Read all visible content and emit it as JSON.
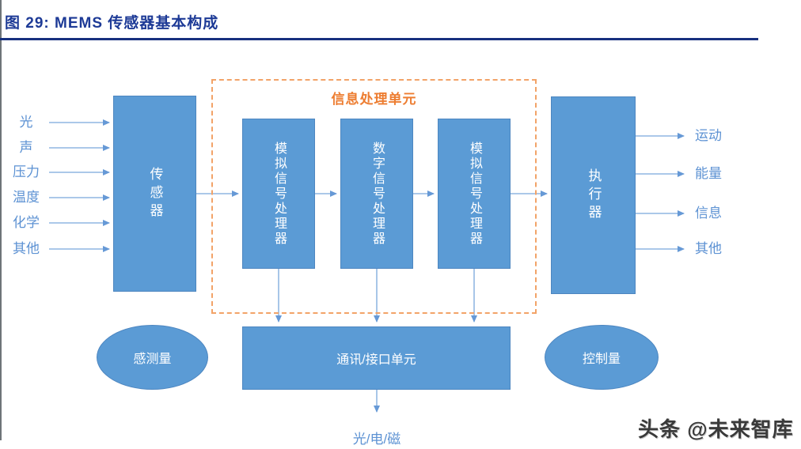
{
  "figure": {
    "title": "图 29: MEMS 传感器基本构成"
  },
  "diagram": {
    "inputs": [
      "光",
      "声",
      "压力",
      "温度",
      "化学",
      "其他"
    ],
    "sensor_label": "传感器",
    "processing_unit_label": "信息处理单元",
    "processors": [
      "模拟信号处理器",
      "数字信号处理器",
      "模拟信号处理器"
    ],
    "actuator_label": "执行器",
    "outputs": [
      "运动",
      "能量",
      "信息",
      "其他"
    ],
    "sensed_quantity_label": "感测量",
    "control_quantity_label": "控制量",
    "comm_unit_label": "通讯/接口单元",
    "bottom_output_label": "光/电/磁"
  },
  "watermark": "头条 @未来智库",
  "colors": {
    "box_fill": "#5B9BD5",
    "accent_orange": "#ED7D31",
    "dashed_border": "#F2A368",
    "title_navy": "#1D3A96",
    "connector_blue": "#79A7DC",
    "label_blue": "#5D92D3"
  }
}
